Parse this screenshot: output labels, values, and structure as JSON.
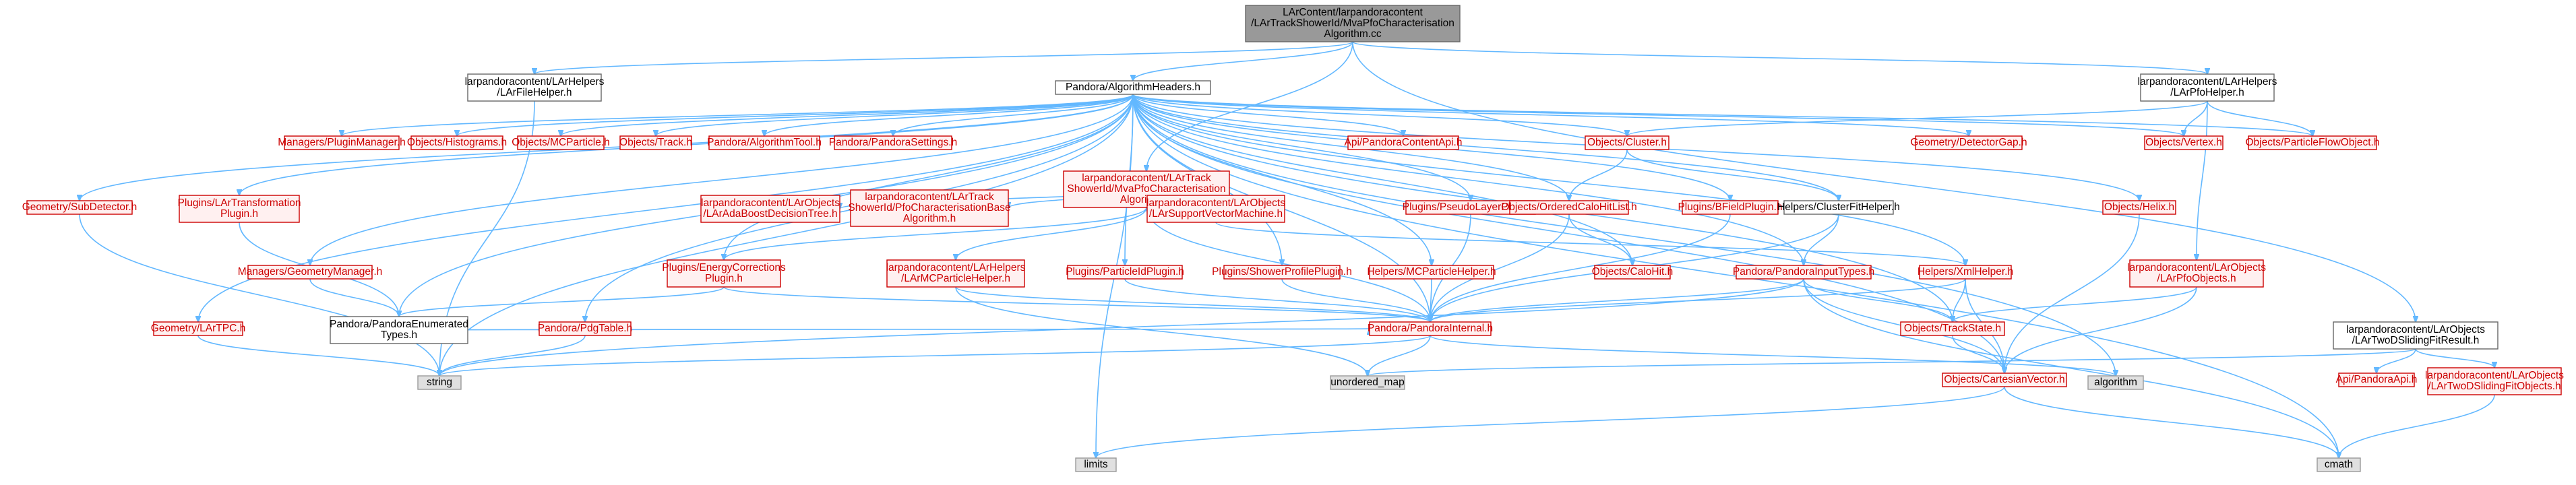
{
  "nodes": [
    {
      "id": "root",
      "style": "root",
      "lines": [
        "LArContent/larpandoracontent",
        "/LArTrackShowerId/MvaPfoCharacterisation",
        "Algorithm.cc"
      ]
    },
    {
      "id": "fileHelper",
      "style": "plain",
      "lines": [
        "larpandoracontent/LArHelpers",
        "/LArFileHelper.h"
      ]
    },
    {
      "id": "algoHeaders",
      "style": "plain",
      "lines": [
        "Pandora/AlgorithmHeaders.h"
      ]
    },
    {
      "id": "pfoHelper",
      "style": "plain",
      "lines": [
        "larpandoracontent/LArHelpers",
        "/LArPfoHelper.h"
      ]
    },
    {
      "id": "twoDSliding",
      "style": "plain",
      "lines": [
        "larpandoracontent/LArObjects",
        "/LArTwoDSlidingFitResult.h"
      ]
    },
    {
      "id": "mvaAlgH",
      "style": "red",
      "lines": [
        "larpandoracontent/LArTrack",
        "ShowerId/MvaPfoCharacterisation",
        "Algorithm.h"
      ]
    },
    {
      "id": "pluginMgr",
      "style": "red",
      "lines": [
        "Managers/PluginManager.h"
      ]
    },
    {
      "id": "histograms",
      "style": "red",
      "lines": [
        "Objects/Histograms.h"
      ]
    },
    {
      "id": "mcParticle",
      "style": "red",
      "lines": [
        "Objects/MCParticle.h"
      ]
    },
    {
      "id": "track",
      "style": "red",
      "lines": [
        "Objects/Track.h"
      ]
    },
    {
      "id": "algoTool",
      "style": "red",
      "lines": [
        "Pandora/AlgorithmTool.h"
      ]
    },
    {
      "id": "pandoraSettings",
      "style": "red",
      "lines": [
        "Pandora/PandoraSettings.h"
      ]
    },
    {
      "id": "contentApi",
      "style": "red",
      "lines": [
        "Api/PandoraContentApi.h"
      ]
    },
    {
      "id": "cluster",
      "style": "red",
      "lines": [
        "Objects/Cluster.h"
      ]
    },
    {
      "id": "detectorGap",
      "style": "red",
      "lines": [
        "Geometry/DetectorGap.h"
      ]
    },
    {
      "id": "vertex",
      "style": "red",
      "lines": [
        "Objects/Vertex.h"
      ]
    },
    {
      "id": "pfo",
      "style": "red",
      "lines": [
        "Objects/ParticleFlowObject.h"
      ]
    },
    {
      "id": "subDetector",
      "style": "red",
      "lines": [
        "Geometry/SubDetector.h"
      ]
    },
    {
      "id": "larTransform",
      "style": "red",
      "lines": [
        "Plugins/LArTransformation",
        "Plugin.h"
      ]
    },
    {
      "id": "adaBoost",
      "style": "red",
      "lines": [
        "larpandoracontent/LArObjects",
        "/LArAdaBoostDecisionTree.h"
      ]
    },
    {
      "id": "pfoCharBase",
      "style": "red",
      "lines": [
        "larpandoracontent/LArTrack",
        "ShowerId/PfoCharacterisationBase",
        "Algorithm.h"
      ]
    },
    {
      "id": "svm",
      "style": "red",
      "lines": [
        "larpandoracontent/LArObjects",
        "/LArSupportVectorMachine.h"
      ]
    },
    {
      "id": "pseudoLayer",
      "style": "red",
      "lines": [
        "Plugins/PseudoLayerPlugin.h"
      ]
    },
    {
      "id": "orderedCalo",
      "style": "red",
      "lines": [
        "Objects/OrderedCaloHitList.h"
      ]
    },
    {
      "id": "bField",
      "style": "red",
      "lines": [
        "Plugins/BFieldPlugin.h"
      ]
    },
    {
      "id": "clusterFit",
      "style": "plain",
      "lines": [
        "Helpers/ClusterFitHelper.h"
      ]
    },
    {
      "id": "helix",
      "style": "red",
      "lines": [
        "Objects/Helix.h"
      ]
    },
    {
      "id": "caloHit",
      "style": "red",
      "lines": [
        "Objects/CaloHit.h"
      ]
    },
    {
      "id": "geomMgr",
      "style": "red",
      "lines": [
        "Managers/GeometryManager.h"
      ]
    },
    {
      "id": "energyCorr",
      "style": "red",
      "lines": [
        "Plugins/EnergyCorrections",
        "Plugin.h"
      ]
    },
    {
      "id": "larMCHelper",
      "style": "red",
      "lines": [
        "larpandoracontent/LArHelpers",
        "/LArMCParticleHelper.h"
      ]
    },
    {
      "id": "pfParticlePlugin",
      "style": "red",
      "lines": [
        "Plugins/ParticleIdPlugin.h"
      ]
    },
    {
      "id": "showerProfile",
      "style": "red",
      "lines": [
        "Plugins/ShowerProfilePlugin.h"
      ]
    },
    {
      "id": "mcHelper",
      "style": "red",
      "lines": [
        "Helpers/MCParticleHelper.h"
      ]
    },
    {
      "id": "inputTypes",
      "style": "red",
      "lines": [
        "Pandora/PandoraInputTypes.h"
      ]
    },
    {
      "id": "xmlHelper",
      "style": "red",
      "lines": [
        "Helpers/XmlHelper.h"
      ]
    },
    {
      "id": "larPfoObjects",
      "style": "red",
      "lines": [
        "larpandoracontent/LArObjects",
        "/LArPfoObjects.h"
      ]
    },
    {
      "id": "larTPC",
      "style": "red",
      "lines": [
        "Geometry/LArTPC.h"
      ]
    },
    {
      "id": "enumTypes",
      "style": "plain",
      "lines": [
        "Pandora/PandoraEnumerated",
        "Types.h"
      ]
    },
    {
      "id": "pdgTable",
      "style": "red",
      "lines": [
        "Pandora/PdgTable.h"
      ]
    },
    {
      "id": "pandoraInternal",
      "style": "red",
      "lines": [
        "Pandora/PandoraInternal.h"
      ]
    },
    {
      "id": "trackState",
      "style": "red",
      "lines": [
        "Objects/TrackState.h"
      ]
    },
    {
      "id": "cartesian",
      "style": "red",
      "lines": [
        "Objects/CartesianVector.h"
      ]
    },
    {
      "id": "pandoraApi",
      "style": "red",
      "lines": [
        "Api/PandoraApi.h"
      ]
    },
    {
      "id": "twoDSlidingObjs",
      "style": "red",
      "lines": [
        "larpandoracontent/LArObjects",
        "/LArTwoDSlidingFitObjects.h"
      ]
    },
    {
      "id": "string",
      "style": "gray",
      "lines": [
        "string"
      ]
    },
    {
      "id": "unorderedMap",
      "style": "gray",
      "lines": [
        "unordered_map"
      ]
    },
    {
      "id": "algorithm",
      "style": "gray",
      "lines": [
        "algorithm"
      ]
    },
    {
      "id": "limits",
      "style": "gray",
      "lines": [
        "limits"
      ]
    },
    {
      "id": "cmath",
      "style": "gray",
      "lines": [
        "cmath"
      ]
    }
  ]
}
